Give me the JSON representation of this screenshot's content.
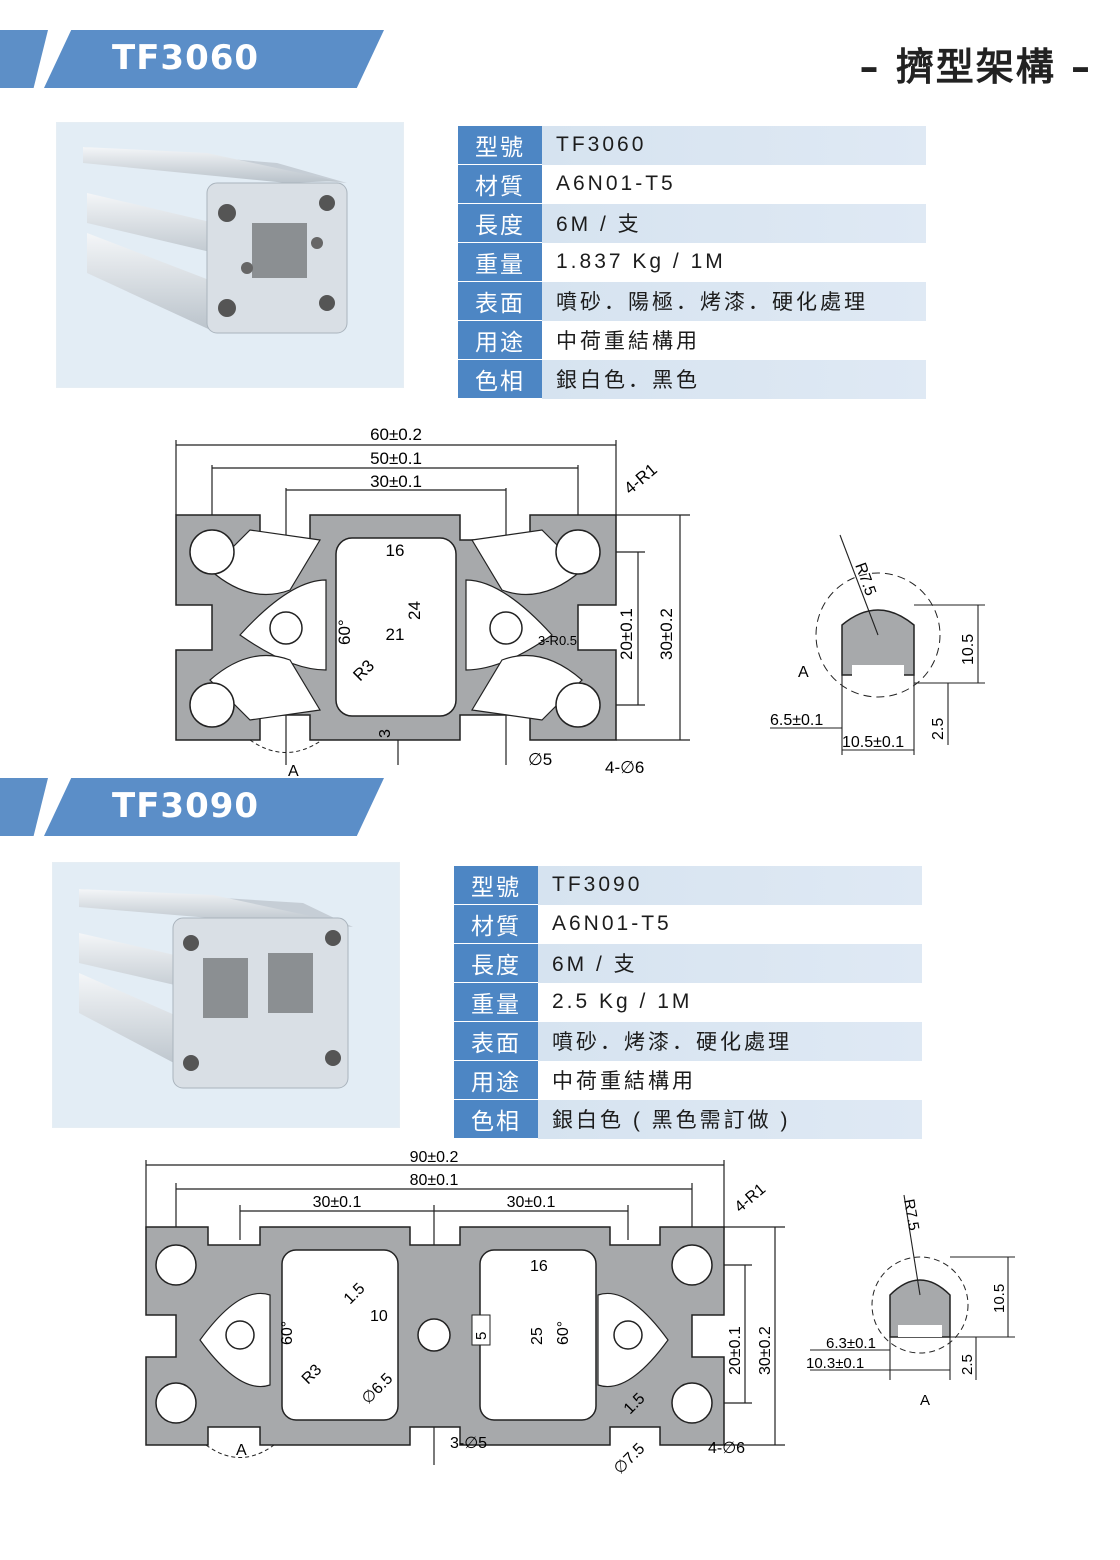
{
  "header": {
    "title": "– 擠型架構 –"
  },
  "products": [
    {
      "model": "TF3060",
      "specs": [
        {
          "label": "型號",
          "value": "TF3060"
        },
        {
          "label": "材質",
          "value": "A6N01-T5"
        },
        {
          "label": "長度",
          "value": "6M / 支"
        },
        {
          "label": "重量",
          "value": "1.837 Kg / 1M"
        },
        {
          "label": "表面",
          "value": "噴砂．陽極．烤漆．硬化處理"
        },
        {
          "label": "用途",
          "value": "中荷重結構用"
        },
        {
          "label": "色相",
          "value": "銀白色．黑色"
        }
      ],
      "drawing": {
        "d60": "60±0.2",
        "d50": "50±0.1",
        "d30": "30±0.1",
        "r1": "4-R1",
        "d16": "16",
        "d24": "24",
        "d21": "21",
        "a60": "60°",
        "r3": "R3",
        "d3": "3",
        "r05": "3-R0.5",
        "d20": "20±0.1",
        "d30v": "30±0.2",
        "phi5": "∅5",
        "phi6": "4-∅6",
        "A": "A"
      },
      "detail": {
        "r75": "R7.5",
        "d105": "10.5",
        "d65": "6.5±0.1",
        "d105b": "10.5±0.1",
        "d25": "2.5",
        "A": "A"
      }
    },
    {
      "model": "TF3090",
      "specs": [
        {
          "label": "型號",
          "value": "TF3090"
        },
        {
          "label": "材質",
          "value": "A6N01-T5"
        },
        {
          "label": "長度",
          "value": "6M / 支"
        },
        {
          "label": "重量",
          "value": "2.5 Kg / 1M"
        },
        {
          "label": "表面",
          "value": "噴砂．烤漆．硬化處理"
        },
        {
          "label": "用途",
          "value": "中荷重結構用"
        },
        {
          "label": "色相",
          "value": "銀白色 ( 黑色需訂做 )"
        }
      ],
      "drawing": {
        "d90": "90±0.2",
        "d80": "80±0.1",
        "d30a": "30±0.1",
        "d30b": "30±0.1",
        "r1": "4-R1",
        "d16": "16",
        "d15a": "1.5",
        "d10": "10",
        "d5": "5",
        "d25": "25",
        "a60a": "60°",
        "a60b": "60°",
        "r3": "R3",
        "phi65": "∅6.5",
        "d15b": "1.5",
        "phi75": "∅7.5",
        "d20": "20±0.1",
        "d30v": "30±0.2",
        "phi5": "3-∅5",
        "phi6": "4-∅6",
        "A": "A"
      },
      "detail": {
        "r75": "R7.5",
        "d105": "10.5",
        "d63": "6.3±0.1",
        "d103": "10.3±0.1",
        "d25": "2.5",
        "A": "A"
      }
    }
  ]
}
